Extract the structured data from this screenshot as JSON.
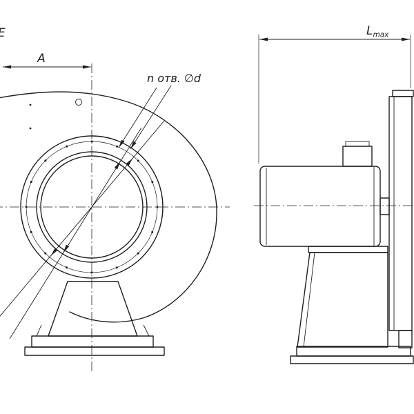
{
  "labels": {
    "E": "E",
    "A": "A",
    "holes": "n отв. ∅d",
    "L": "L",
    "L_sub": "max"
  },
  "colors": {
    "line": "#1f1f1f",
    "background": "#ffffff"
  }
}
